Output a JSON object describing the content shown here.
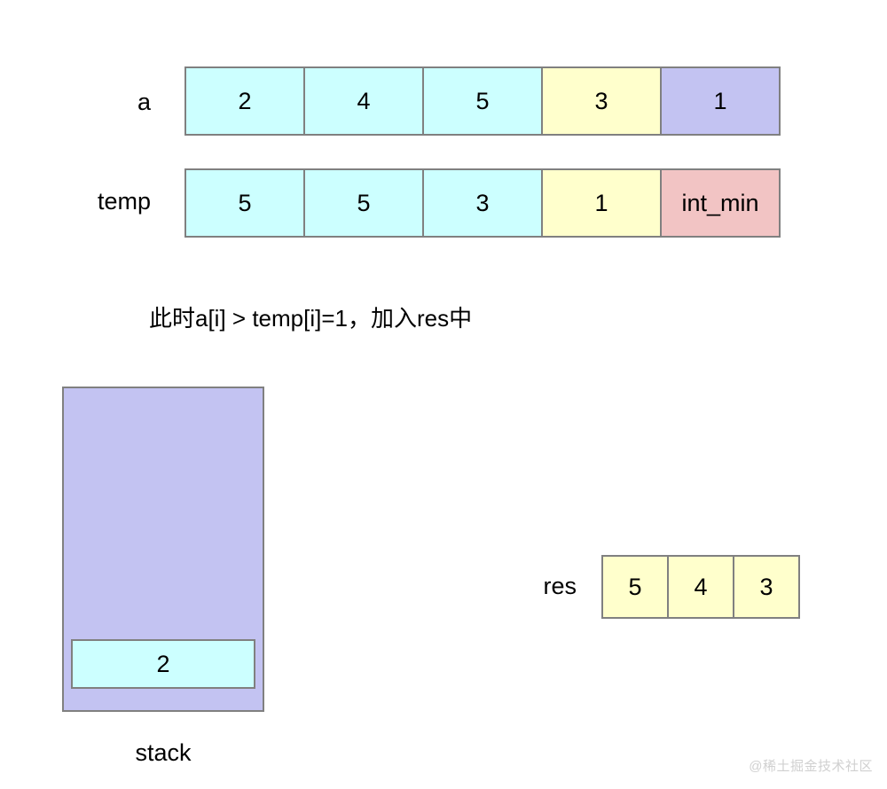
{
  "diagram": {
    "rows": [
      {
        "label": "a",
        "cells": [
          {
            "value": "2",
            "color": "cyan"
          },
          {
            "value": "4",
            "color": "cyan"
          },
          {
            "value": "5",
            "color": "cyan"
          },
          {
            "value": "3",
            "color": "yellow"
          },
          {
            "value": "1",
            "color": "purple"
          }
        ]
      },
      {
        "label": "temp",
        "cells": [
          {
            "value": "5",
            "color": "cyan"
          },
          {
            "value": "5",
            "color": "cyan"
          },
          {
            "value": "3",
            "color": "cyan"
          },
          {
            "value": "1",
            "color": "yellow"
          },
          {
            "value": "int_min",
            "color": "pink"
          }
        ]
      }
    ],
    "note": "此时a[i] > temp[i]=1，加入res中",
    "stack": {
      "label": "stack",
      "items": [
        {
          "value": "2",
          "color": "cyan"
        }
      ]
    },
    "res": {
      "label": "res",
      "cells": [
        {
          "value": "5",
          "color": "yellow"
        },
        {
          "value": "4",
          "color": "yellow"
        },
        {
          "value": "3",
          "color": "yellow"
        }
      ]
    },
    "watermark": "@稀土掘金技术社区",
    "palette": {
      "cyan": "#ccffff",
      "yellow": "#ffffcc",
      "purple": "#c3c3f2",
      "pink": "#f2c4c4",
      "border": "#808080",
      "background": "#ffffff",
      "text": "#000000",
      "watermark": "#d0d0d0"
    }
  }
}
